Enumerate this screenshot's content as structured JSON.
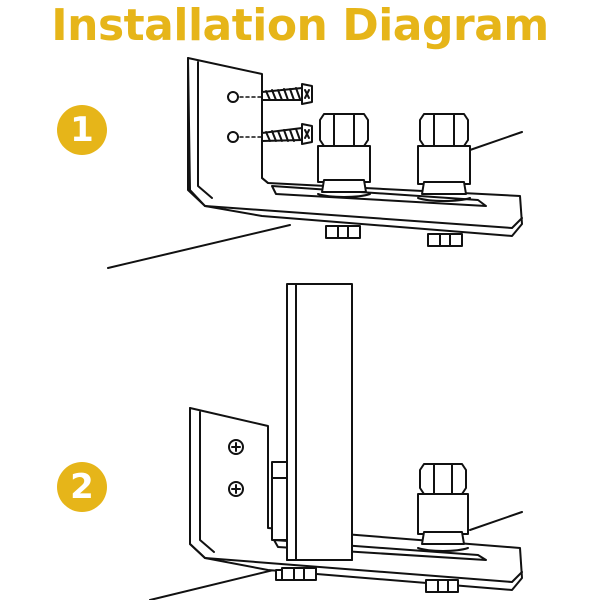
{
  "title": "Installation Diagram",
  "steps": [
    {
      "number": "1"
    },
    {
      "number": "2"
    }
  ],
  "colors": {
    "accent": "#E6B519",
    "line": "#111111",
    "background": "#ffffff"
  },
  "icons": [
    "wall-bracket-icon",
    "screw-icon",
    "roller-nut-icon",
    "door-panel-icon"
  ]
}
